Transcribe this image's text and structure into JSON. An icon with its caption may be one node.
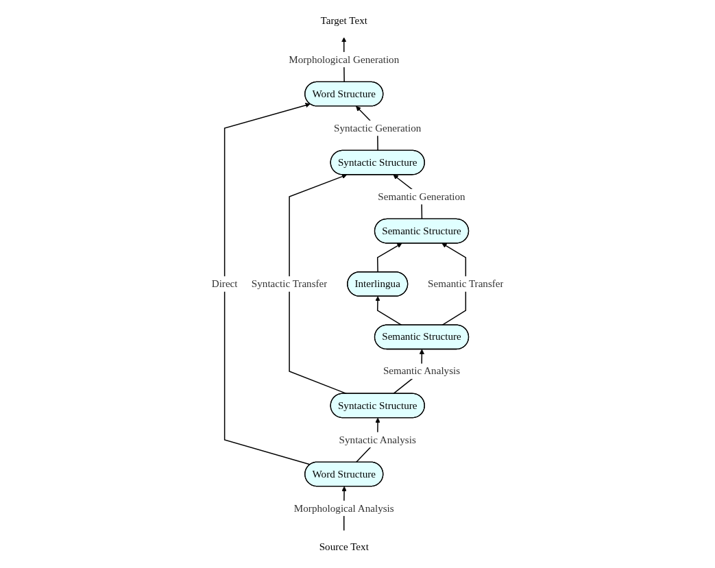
{
  "diagram": {
    "nodes": [
      {
        "text": [
          "Interlingua"
        ]
      },
      {
        "text": [
          "Semantic Structure"
        ]
      },
      {
        "text": [
          "Semantic Structure"
        ]
      },
      {
        "text": [
          "Syntactic Structure"
        ]
      },
      {
        "text": [
          "Syntactic Structure"
        ]
      },
      {
        "text": [
          "Word Structure"
        ]
      },
      {
        "text": [
          "Word Structure"
        ]
      },
      {
        "text": [
          "Source Text"
        ]
      },
      {
        "text": [
          "Target Text"
        ]
      }
    ],
    "edges": [
      {
        "from": 7,
        "to": 5,
        "arrow": "to",
        "label": "Morphological Analysis"
      },
      {
        "from": 5,
        "to": 3,
        "arrow": "to",
        "label": "Syntactic Analysis"
      },
      {
        "from": 3,
        "to": 1,
        "arrow": "to",
        "label": "Semantic Analysis"
      },
      {
        "from": 1,
        "to": 0,
        "arrow": "to"
      },
      {
        "from": 0,
        "to": 2,
        "arrow": "to"
      },
      {
        "from": 1,
        "to": 2,
        "arrow": "to",
        "label": "Semantic Transfer"
      },
      {
        "from": 3,
        "to": 4,
        "arrow": "to",
        "label": "Syntactic Transfer"
      },
      {
        "from": 5,
        "to": 6,
        "arrow": "to",
        "label": "Direct"
      },
      {
        "from": 2,
        "to": 4,
        "arrow": "to",
        "label": "Semantic Generation"
      },
      {
        "from": 4,
        "to": 6,
        "arrow": "to",
        "label": "Syntactic Generation"
      },
      {
        "from": 6,
        "to": 8,
        "arrow": "to",
        "label": "Morphological Generation"
      }
    ]
  }
}
